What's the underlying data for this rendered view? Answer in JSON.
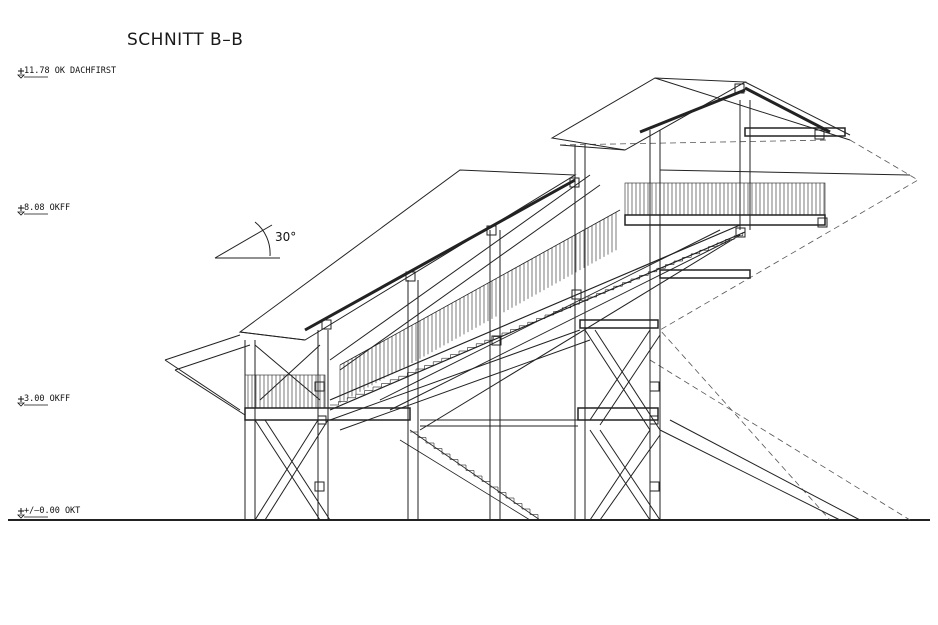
{
  "title": "SCHNITT B–B",
  "levels": [
    {
      "key": "dachfirst",
      "label": "11.78 OK DACHFIRST"
    },
    {
      "key": "okff_upper",
      "label": "8.08 OKFF"
    },
    {
      "key": "okff_lower",
      "label": "3.00 OKFF"
    },
    {
      "key": "okt",
      "label": "+/–0.00 OKT"
    }
  ],
  "roof_angle": "30°"
}
